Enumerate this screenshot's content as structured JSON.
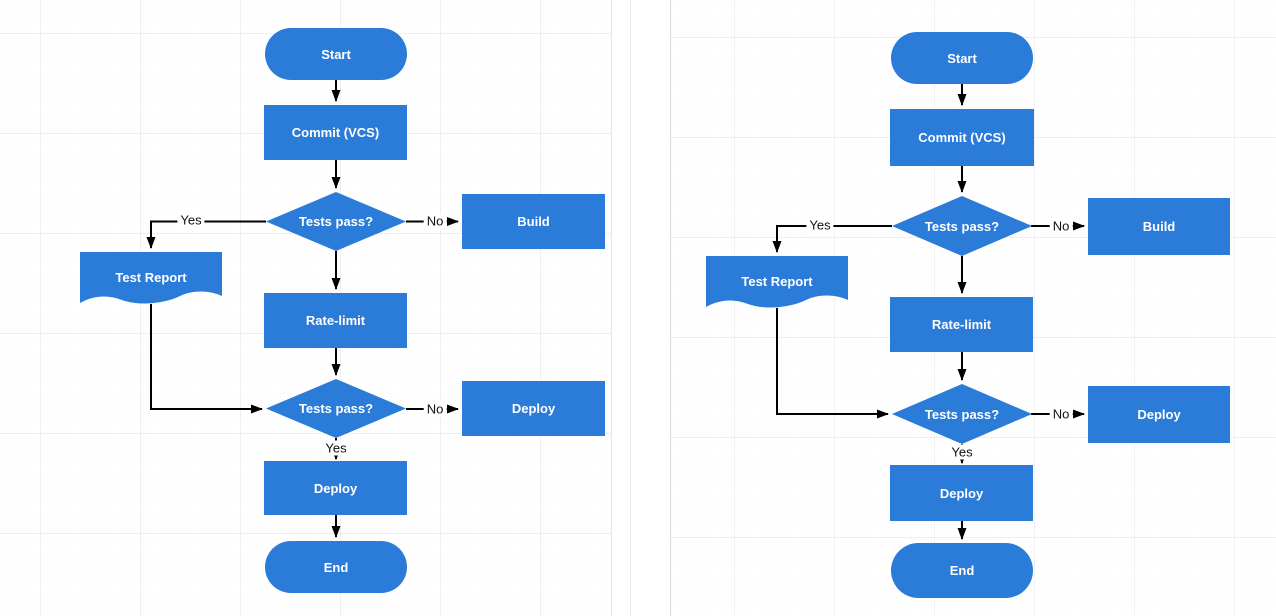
{
  "colors": {
    "node_fill": "#2b7bd9",
    "node_text": "#ffffff",
    "edge": "#000000",
    "edge_label_text": "#111111",
    "canvas_background": "#ffffff"
  },
  "panels": [
    {
      "name": "left canvas",
      "nodes": [
        {
          "id": "start",
          "shape": "stadium",
          "label": "Start"
        },
        {
          "id": "commit",
          "shape": "rect",
          "label": "Commit (VCS)"
        },
        {
          "id": "tests1",
          "shape": "diamond",
          "label": "Tests pass?"
        },
        {
          "id": "build",
          "shape": "rect",
          "label": "Build"
        },
        {
          "id": "report",
          "shape": "document",
          "label": "Test Report"
        },
        {
          "id": "ratelimit",
          "shape": "rect",
          "label": "Rate-limit"
        },
        {
          "id": "tests2",
          "shape": "diamond",
          "label": "Tests pass?"
        },
        {
          "id": "deploy_no",
          "shape": "rect",
          "label": "Deploy"
        },
        {
          "id": "deploy",
          "shape": "rect",
          "label": "Deploy"
        },
        {
          "id": "end",
          "shape": "stadium",
          "label": "End"
        }
      ],
      "edges": [
        {
          "from": "start",
          "to": "commit",
          "label": ""
        },
        {
          "from": "commit",
          "to": "tests1",
          "label": ""
        },
        {
          "from": "tests1",
          "to": "report",
          "label": "Yes"
        },
        {
          "from": "tests1",
          "to": "build",
          "label": "No"
        },
        {
          "from": "tests1",
          "to": "ratelimit",
          "label": ""
        },
        {
          "from": "ratelimit",
          "to": "tests2",
          "label": ""
        },
        {
          "from": "report",
          "to": "tests2",
          "label": ""
        },
        {
          "from": "tests2",
          "to": "deploy_no",
          "label": "No"
        },
        {
          "from": "tests2",
          "to": "deploy",
          "label": "Yes"
        },
        {
          "from": "deploy",
          "to": "end",
          "label": ""
        }
      ]
    },
    {
      "name": "right canvas",
      "nodes": [
        {
          "id": "start",
          "shape": "stadium",
          "label": "Start"
        },
        {
          "id": "commit",
          "shape": "rect",
          "label": "Commit (VCS)"
        },
        {
          "id": "tests1",
          "shape": "diamond",
          "label": "Tests pass?"
        },
        {
          "id": "build",
          "shape": "rect",
          "label": "Build"
        },
        {
          "id": "report",
          "shape": "document",
          "label": "Test Report"
        },
        {
          "id": "ratelimit",
          "shape": "rect",
          "label": "Rate-limit"
        },
        {
          "id": "tests2",
          "shape": "diamond",
          "label": "Tests pass?"
        },
        {
          "id": "deploy_no",
          "shape": "rect",
          "label": "Deploy"
        },
        {
          "id": "deploy",
          "shape": "rect",
          "label": "Deploy"
        },
        {
          "id": "end",
          "shape": "stadium",
          "label": "End"
        }
      ],
      "edges": [
        {
          "from": "start",
          "to": "commit",
          "label": ""
        },
        {
          "from": "commit",
          "to": "tests1",
          "label": ""
        },
        {
          "from": "tests1",
          "to": "report",
          "label": "Yes"
        },
        {
          "from": "tests1",
          "to": "build",
          "label": "No"
        },
        {
          "from": "tests1",
          "to": "ratelimit",
          "label": ""
        },
        {
          "from": "ratelimit",
          "to": "tests2",
          "label": ""
        },
        {
          "from": "report",
          "to": "tests2",
          "label": ""
        },
        {
          "from": "tests2",
          "to": "deploy_no",
          "label": "No"
        },
        {
          "from": "tests2",
          "to": "deploy",
          "label": "Yes"
        },
        {
          "from": "deploy",
          "to": "end",
          "label": ""
        }
      ]
    }
  ]
}
